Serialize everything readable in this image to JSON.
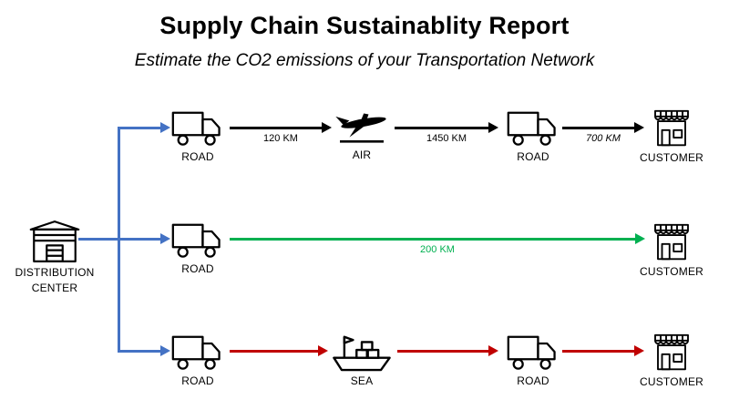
{
  "title": "Supply Chain Sustainablity Report",
  "subtitle": "Estimate the CO2 emissions of your Transportation Network",
  "colors": {
    "blue": "#4472C4",
    "green": "#00B050",
    "red": "#C00000",
    "black": "#000000"
  },
  "distribution_center": {
    "line1": "DISTRIBUTION",
    "line2": "CENTER"
  },
  "routes": {
    "air": {
      "nodes": {
        "road1": "ROAD",
        "air": "AIR",
        "road2": "ROAD",
        "customer": "CUSTOMER"
      },
      "distances": {
        "leg1": "120 KM",
        "leg2": "1450 KM",
        "leg3": "700 KM"
      }
    },
    "direct": {
      "nodes": {
        "road": "ROAD",
        "customer": "CUSTOMER"
      },
      "distances": {
        "leg1": "200 KM"
      }
    },
    "sea": {
      "nodes": {
        "road1": "ROAD",
        "sea": "SEA",
        "road2": "ROAD",
        "customer": "CUSTOMER"
      }
    }
  }
}
